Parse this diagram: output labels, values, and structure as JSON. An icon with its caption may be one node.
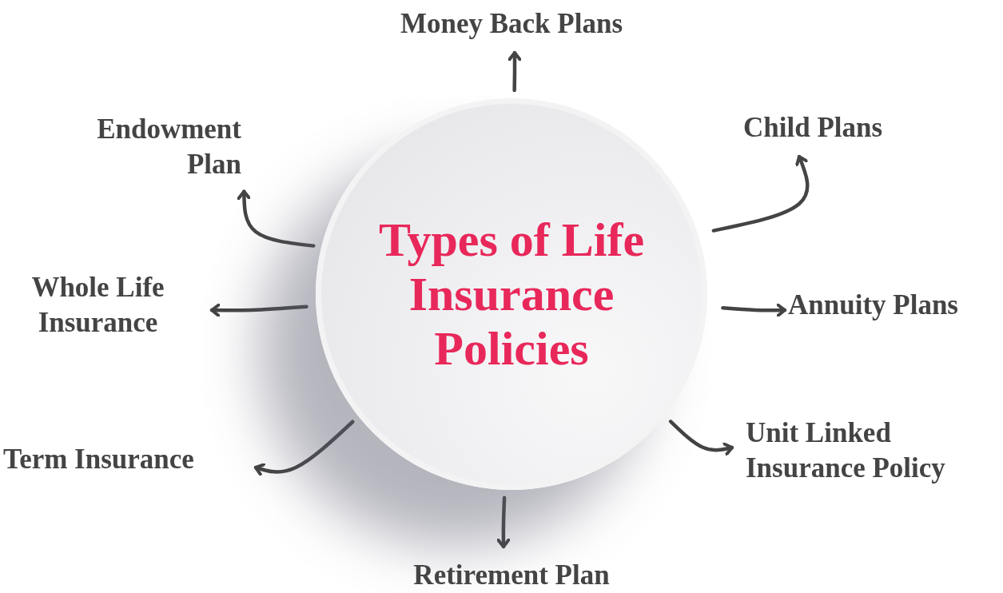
{
  "diagram": {
    "nodes": [
      {
        "text": [
          "Types of Life Insurance Policies"
        ]
      },
      {
        "text": [
          "Money Back Plans"
        ]
      },
      {
        "text": [
          "Endowment Plan"
        ]
      },
      {
        "text": [
          "Child Plans"
        ]
      },
      {
        "text": [
          "Whole Life Insurance"
        ]
      },
      {
        "text": [
          "Annuity Plans"
        ]
      },
      {
        "text": [
          "Term Insurance"
        ]
      },
      {
        "text": [
          "Unit Linked Insurance Policy"
        ]
      },
      {
        "text": [
          "Retirement Plan"
        ]
      }
    ],
    "edges": [
      {
        "from": 0,
        "to": 1,
        "arrow": "to"
      },
      {
        "from": 0,
        "to": 2,
        "arrow": "to"
      },
      {
        "from": 0,
        "to": 3,
        "arrow": "to"
      },
      {
        "from": 0,
        "to": 4,
        "arrow": "to"
      },
      {
        "from": 0,
        "to": 5,
        "arrow": "to"
      },
      {
        "from": 0,
        "to": 6,
        "arrow": "to"
      },
      {
        "from": 0,
        "to": 7,
        "arrow": "to"
      },
      {
        "from": 0,
        "to": 8,
        "arrow": "to"
      }
    ]
  }
}
